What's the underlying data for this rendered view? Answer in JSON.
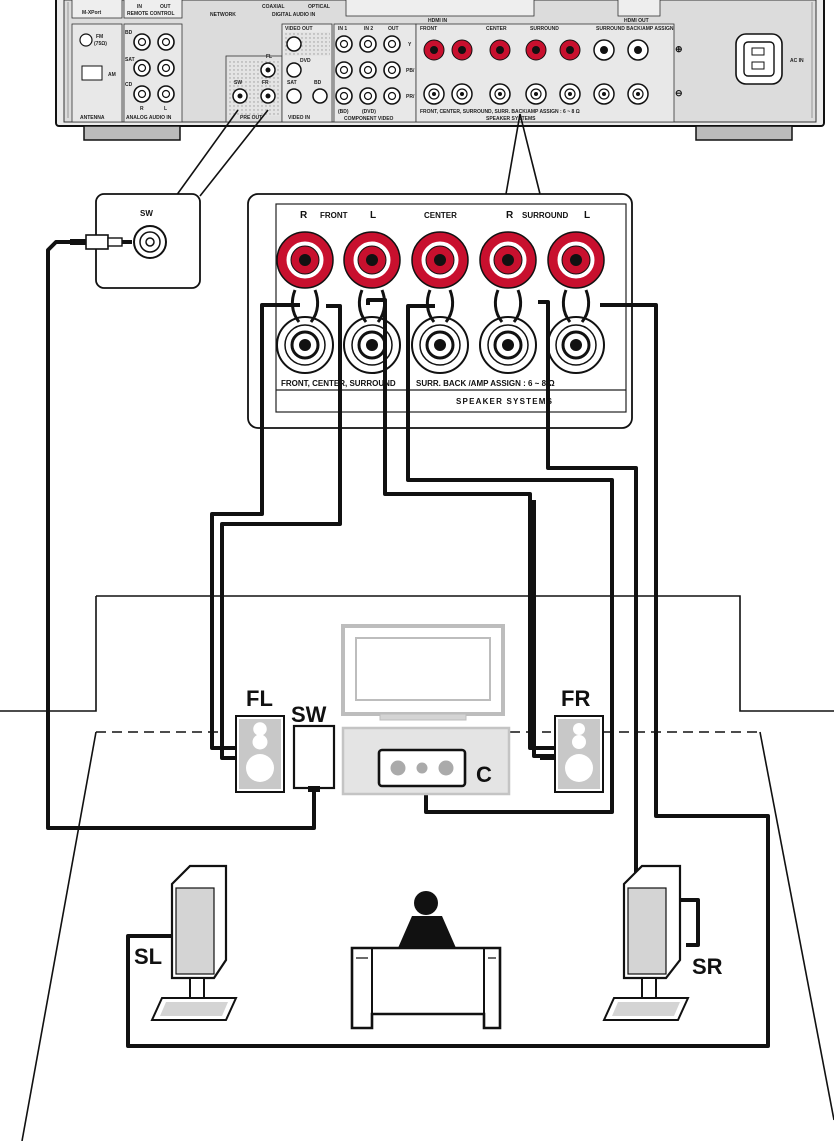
{
  "receiver_panel": {
    "labels": {
      "m_xport": "M-XPort",
      "remote_in": "IN",
      "remote_out": "OUT",
      "remote_control": "REMOTE CONTROL",
      "network": "NETWORK",
      "coaxial": "COAXIAL",
      "optical": "OPTICAL",
      "digital_audio_in": "DIGITAL AUDIO IN",
      "hdmi_in": "HDMI IN",
      "hdmi_out": "HDMI OUT",
      "fm": "FM",
      "fm_ohm": "(75Ω)",
      "am": "AM",
      "antenna": "ANTENNA",
      "analog_audio_in": "ANALOG AUDIO IN",
      "bd": "BD",
      "sat": "SAT",
      "cd": "CD",
      "r": "R",
      "l": "L",
      "video_out": "VIDEO OUT",
      "dvd": "DVD",
      "sw": "SW",
      "fl": "FL",
      "fr": "FR",
      "pre_out": "PRE OUT",
      "video_in": "VIDEO IN",
      "in1": "IN 1",
      "in2": "IN 2",
      "out": "OUT",
      "y": "Y",
      "pb": "PB/ CB",
      "pr": "PR/ CR",
      "bd_paren": "(BD)",
      "dvd_paren": "(DVD)",
      "component_video": "COMPONENT VIDEO",
      "ac_in": "AC IN",
      "front": "FRONT",
      "center": "CENTER",
      "surround": "SURROUND",
      "surr_back_amp_assign": "SURROUND BACK/AMP ASSIGN",
      "speaker_footer": "FRONT, CENTER, SURROUND, SURR. BACK/AMP ASSIGN : 6 ~ 8 Ω",
      "speaker_systems": "SPEAKER SYSTEMS"
    }
  },
  "sw_callout": {
    "label": "SW"
  },
  "speaker_callout": {
    "front_r": "R",
    "front": "FRONT",
    "front_l": "L",
    "center": "CENTER",
    "surround_r": "R",
    "surround": "SURROUND",
    "surround_l": "L",
    "footer_left": "FRONT, CENTER, SURROUND",
    "footer_right": "SURR. BACK /AMP ASSIGN : 6 ~ 8 Ω",
    "speaker_systems": "SPEAKER SYSTEMS"
  },
  "room": {
    "fl": "FL",
    "sw": "SW",
    "c": "C",
    "fr": "FR",
    "sl": "SL",
    "sr": "SR"
  },
  "colors": {
    "terminal_red": "#c8102e",
    "panel_gray": "#e6e6e6",
    "line_black": "#111111",
    "speaker_gray": "#d4d4d4"
  }
}
